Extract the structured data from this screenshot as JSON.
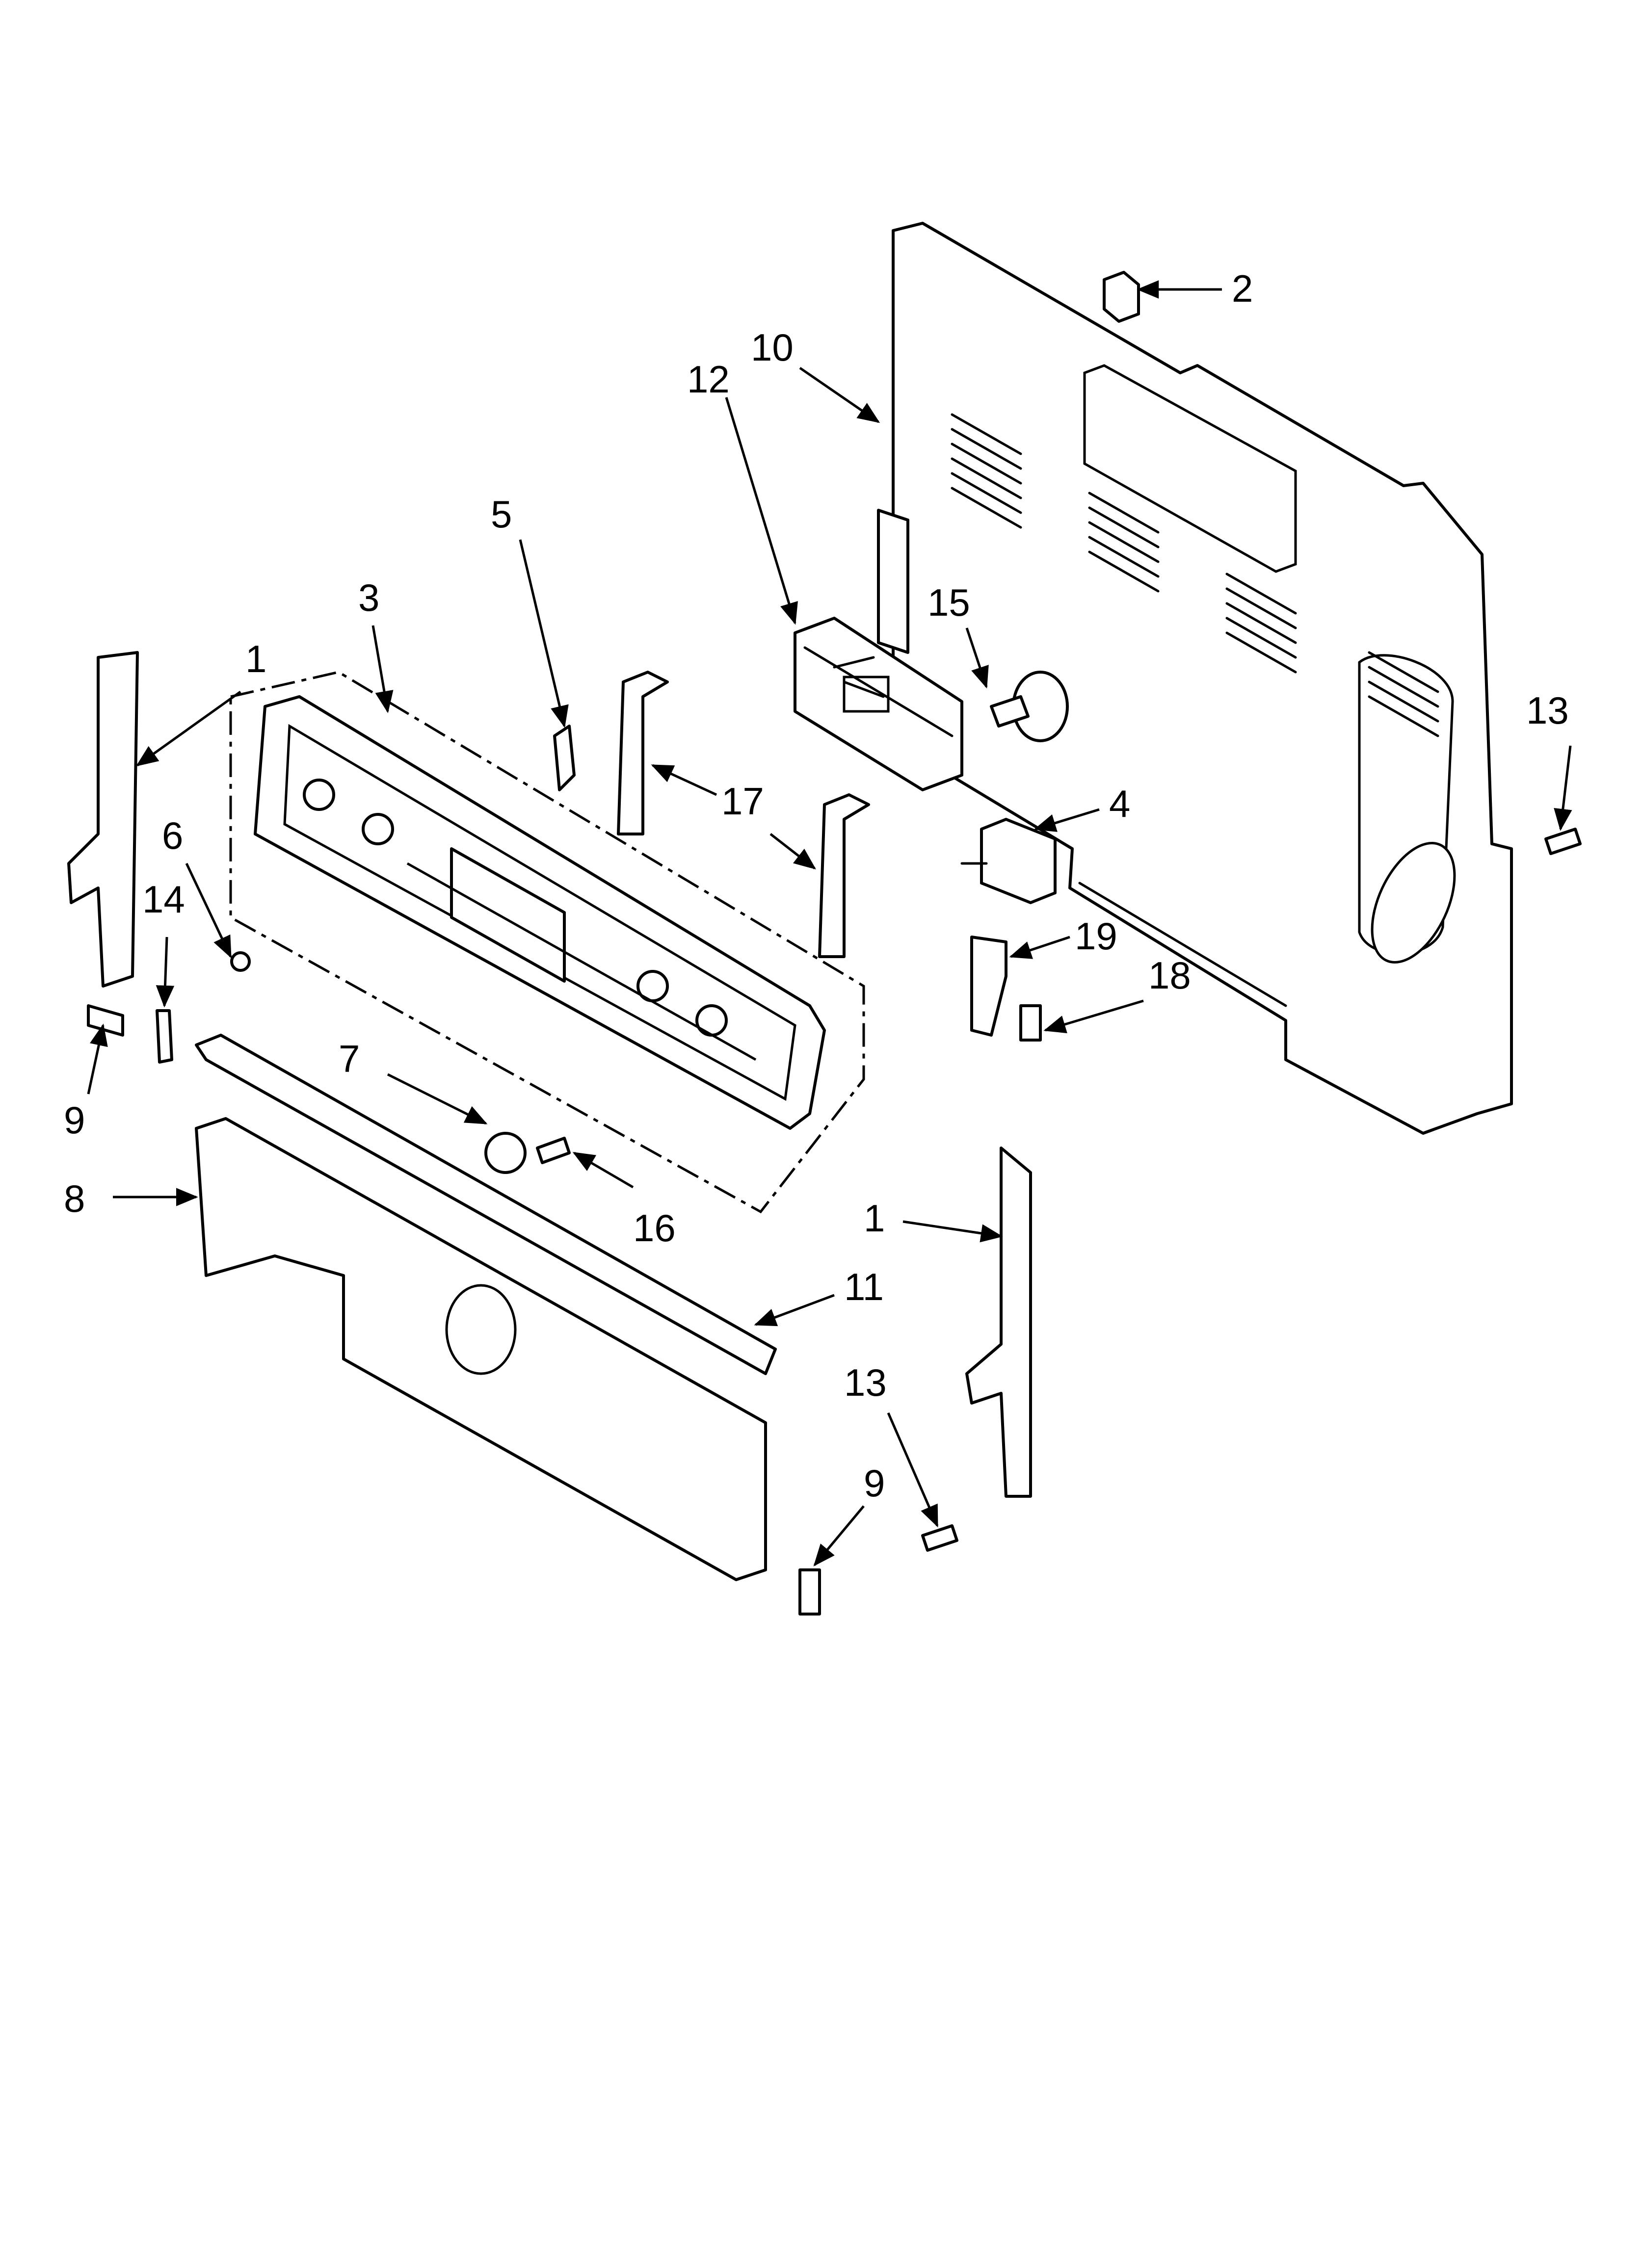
{
  "diagram": {
    "callouts": {
      "c1a": "1",
      "c1b": "1",
      "c2": "2",
      "c3": "3",
      "c4": "4",
      "c5": "5",
      "c6": "6",
      "c7": "7",
      "c8": "8",
      "c9a": "9",
      "c9b": "9",
      "c10": "10",
      "c11": "11",
      "c12": "12",
      "c13a": "13",
      "c13b": "13",
      "c14": "14",
      "c15": "15",
      "c16": "16",
      "c17": "17",
      "c18": "18",
      "c19": "19"
    }
  }
}
